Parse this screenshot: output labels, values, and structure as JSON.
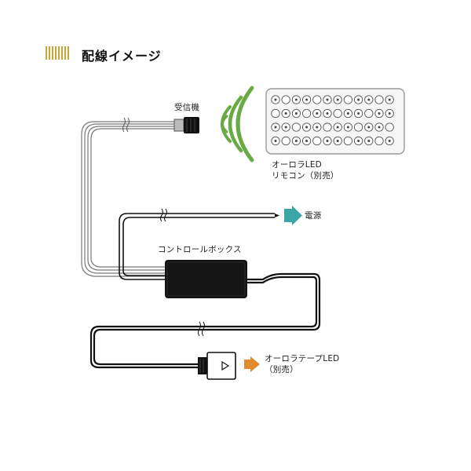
{
  "header": {
    "title": "配線イメージ"
  },
  "labels": {
    "receiver": "受信機",
    "remote_line1": "オーロラLED",
    "remote_line2": "リモコン（別売）",
    "power": "電源",
    "control_box": "コントロールボックス",
    "led_line1": "オーロラテープLED",
    "led_line2": "（別売）"
  },
  "colors": {
    "accent_stripes": "#c9a632",
    "power_arrow": "#3aa6a6",
    "led_arrow": "#e08a2e",
    "cable": "#111111",
    "remote_outline": "#9a9a9a"
  },
  "remote": {
    "rows": 4,
    "cols": 12
  }
}
